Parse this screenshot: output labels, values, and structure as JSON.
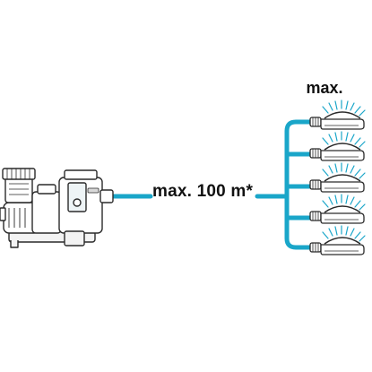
{
  "diagram": {
    "distance_label": "max. 100 m*",
    "max_label": "max.",
    "sprinkler_count": 5
  },
  "colors": {
    "hose": "#1aa6c9",
    "outline": "#2a2a2a",
    "background": "#ffffff"
  },
  "icons": {
    "pump": "pump-icon",
    "sprinkler": "sprinkler-icon"
  }
}
